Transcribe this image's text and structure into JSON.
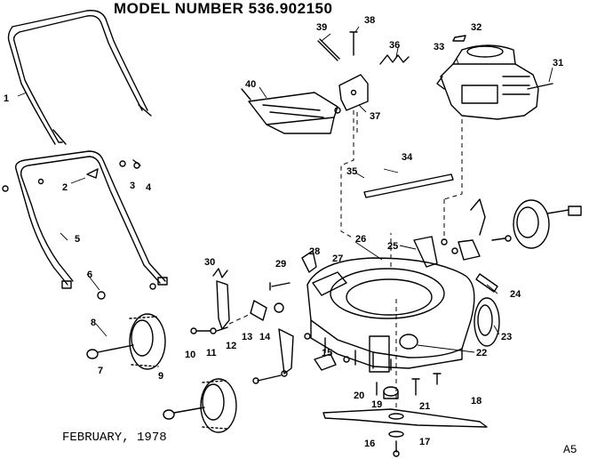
{
  "header": {
    "title": "MODEL NUMBER 536.902150"
  },
  "footer": {
    "date": "FEBRUARY, 1978",
    "page_code": "A5"
  },
  "callouts": {
    "c1": "1",
    "c2": "2",
    "c3": "3",
    "c4": "4",
    "c5": "5",
    "c6": "6",
    "c7": "7",
    "c8": "8",
    "c9": "9",
    "c10": "10",
    "c11": "11",
    "c12": "12",
    "c13": "13",
    "c14": "14",
    "c15": "15",
    "c16": "16",
    "c17": "17",
    "c18": "18",
    "c19": "19",
    "c20": "20",
    "c21": "21",
    "c22": "22",
    "c23": "23",
    "c24": "24",
    "c25": "25",
    "c26": "26",
    "c27": "27",
    "c28": "28",
    "c29": "29",
    "c30": "30",
    "c31": "31",
    "c32": "32",
    "c33": "33",
    "c34": "34",
    "c35": "35",
    "c36": "36",
    "c37": "37",
    "c38": "38",
    "c39": "39",
    "c40": "40"
  }
}
